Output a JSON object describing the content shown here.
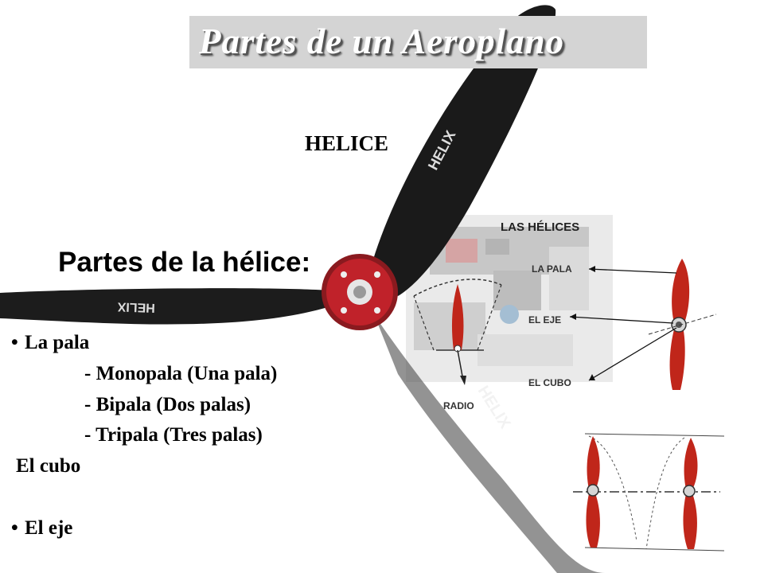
{
  "title": "Partes de un Aeroplano",
  "helice_label": "HELICE",
  "heading": "Partes de la hélice:",
  "list": {
    "bullet_char": "•",
    "la_pala": "La pala",
    "monopala": "- Monopala (Una pala)",
    "bipala": "- Bipala (Dos palas)",
    "tripala": "- Tripala (Tres palas)",
    "el_cubo": "El cubo",
    "el_eje": "El eje"
  },
  "diagram": {
    "title": "LAS HÉLICES",
    "la_pala": "LA PALA",
    "el_eje": "EL EJE",
    "el_cubo": "EL CUBO",
    "radio": "RADIO"
  },
  "propeller_brand": "HELIX",
  "colors": {
    "title_bg": "#d4d4d4",
    "blade": "#1a1a1a",
    "hub": "#c0222a",
    "diagram_blade": "#c0261a"
  }
}
